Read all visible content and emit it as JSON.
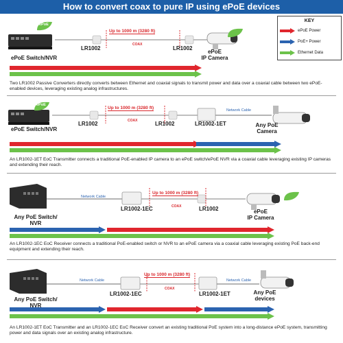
{
  "title": "How to convert coax to pure IP using ePoE devices",
  "key": {
    "title": "KEY",
    "items": [
      {
        "label": "ePoE Power",
        "color": "#e0262d"
      },
      {
        "label": "PoE+ Power",
        "color": "#2b63b0"
      },
      {
        "label": "Ethernet Data",
        "color": "#6cc24a"
      }
    ]
  },
  "badge_text": "ePoE",
  "colors": {
    "banner": "#1d5fa8",
    "red": "#e0262d",
    "blue": "#2b63b0",
    "green": "#6cc24a",
    "coax_red": "#d9262b"
  },
  "sections": [
    {
      "distance": "Up to 1000 m (3280 ft)",
      "coax": "COAX",
      "switch_label": "ePoE Switch/NVR",
      "converter_left": "LR1002",
      "converter_right": "LR1002",
      "camera_label": "ePoE\nIP Camera",
      "caption": "Two LR1002 Passive Converters directly converts between Ethernet and coaxial signals to transmit power and data over a coaxial cable between two ePoE-enabled devices, leveraging existing analog infrastructures."
    },
    {
      "distance": "Up to 1000 m (3280 ft)",
      "coax": "COAX",
      "network_cable": "Network Cable",
      "switch_label": "ePoE Switch/NVR",
      "converter_left": "LR1002",
      "converter_right": "LR1002",
      "transmitter": "LR1002-1ET",
      "camera_label": "Any PoE\nCamera",
      "caption": "An LR1002-1ET EoC Transmitter connects a traditional PoE-enabled IP camera to an ePoE switch/ePoE NVR via a coaxial cable leveraging existing IP cameras and extending their reach."
    },
    {
      "distance": "Up to 1000 m (3280 ft)",
      "coax": "COAX",
      "network_cable": "Network Cable",
      "switch_label": "Any PoE Switch/\nNVR",
      "receiver": "LR1002-1EC",
      "converter_right": "LR1002",
      "camera_label": "ePoE\nIP Camera",
      "caption": "An LR1002-1EC EoC Receiver connects a traditional PoE-enabled switch or NVR to an ePoE camera via a coaxial cable leveraging existing PoE back-end equipment and extending their reach."
    },
    {
      "distance": "Up to 1000 m (3280 ft)",
      "coax": "COAX",
      "network_cable_left": "Network Cable",
      "network_cable_right": "Network Cable",
      "switch_label": "Any PoE Switch/\nNVR",
      "receiver": "LR1002-1EC",
      "transmitter": "LR1002-1ET",
      "camera_label": "Any PoE\ndevices",
      "caption": "An LR1002-1ET EoC Transmitter and an LR1002-1EC EoC Receiver convert an existing traditional PoE system into a long-distance ePoE system, transmitting power and data signals over an existing analog infrastructure."
    }
  ]
}
